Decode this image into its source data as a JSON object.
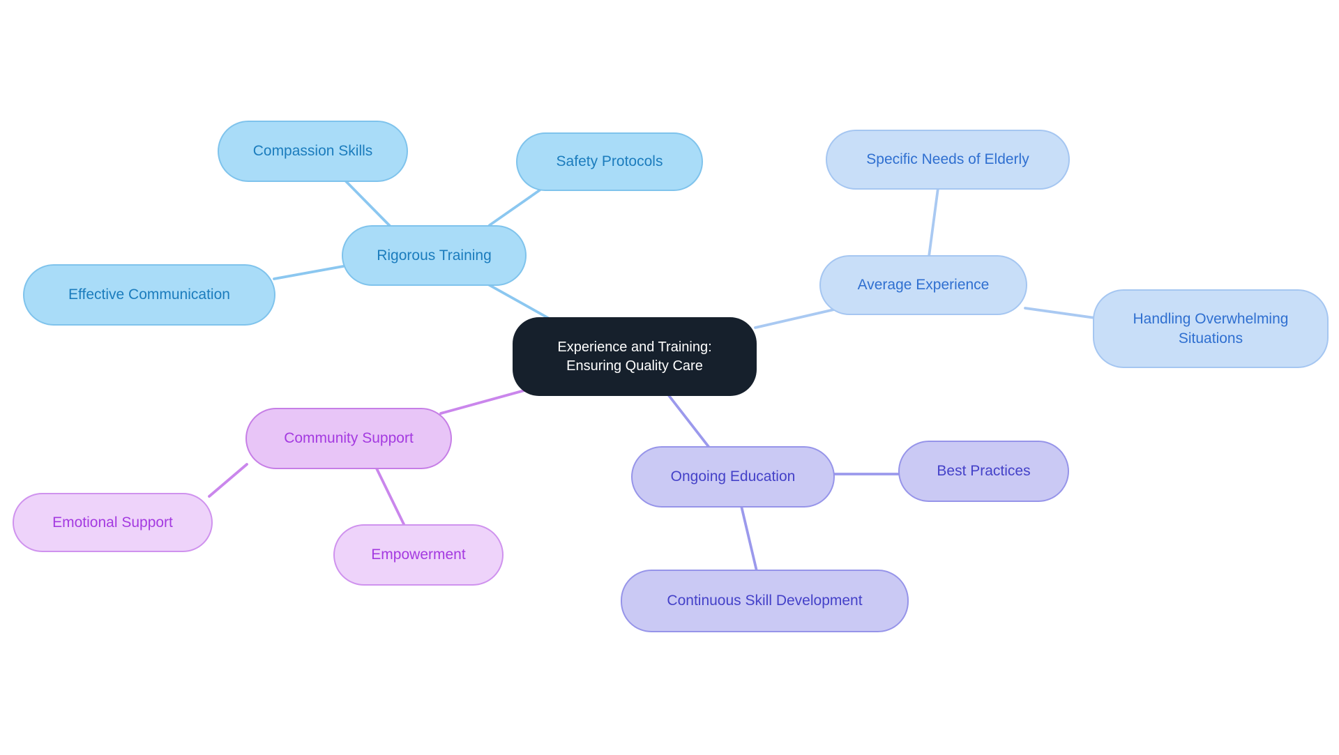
{
  "diagram": {
    "type": "mindmap",
    "background": "#ffffff",
    "central": {
      "label": "Experience and Training: Ensuring Quality Care",
      "fill": "#16202c",
      "text": "#ffffff"
    },
    "branches": [
      {
        "label": "Rigorous Training",
        "palette": {
          "fill": "#a9dcf8",
          "border": "#7fc3ec",
          "text": "#1b7cbd",
          "line": "#8bc7f0"
        },
        "children": [
          {
            "label": "Compassion Skills"
          },
          {
            "label": "Safety Protocols"
          },
          {
            "label": "Effective Communication"
          }
        ]
      },
      {
        "label": "Average Experience",
        "palette": {
          "fill": "#c8def8",
          "border": "#a5c6f1",
          "text": "#2f6fd0",
          "line": "#a9c9f2"
        },
        "children": [
          {
            "label": "Specific Needs of Elderly"
          },
          {
            "label": "Handling Overwhelming Situations"
          }
        ]
      },
      {
        "label": "Ongoing Education",
        "palette": {
          "fill": "#cac9f4",
          "border": "#9694e9",
          "text": "#4441c8",
          "line": "#9b99ec"
        },
        "children": [
          {
            "label": "Best Practices"
          },
          {
            "label": "Continuous Skill Development"
          }
        ]
      },
      {
        "label": "Community Support",
        "palette": {
          "fill": "#e8c5f7",
          "border": "#c67ee6",
          "text": "#a43ae0",
          "line": "#ca86ec",
          "fill_child": "#eed3fa",
          "border_child": "#cf92ee"
        },
        "children": [
          {
            "label": "Emotional Support"
          },
          {
            "label": "Empowerment"
          }
        ]
      }
    ]
  }
}
